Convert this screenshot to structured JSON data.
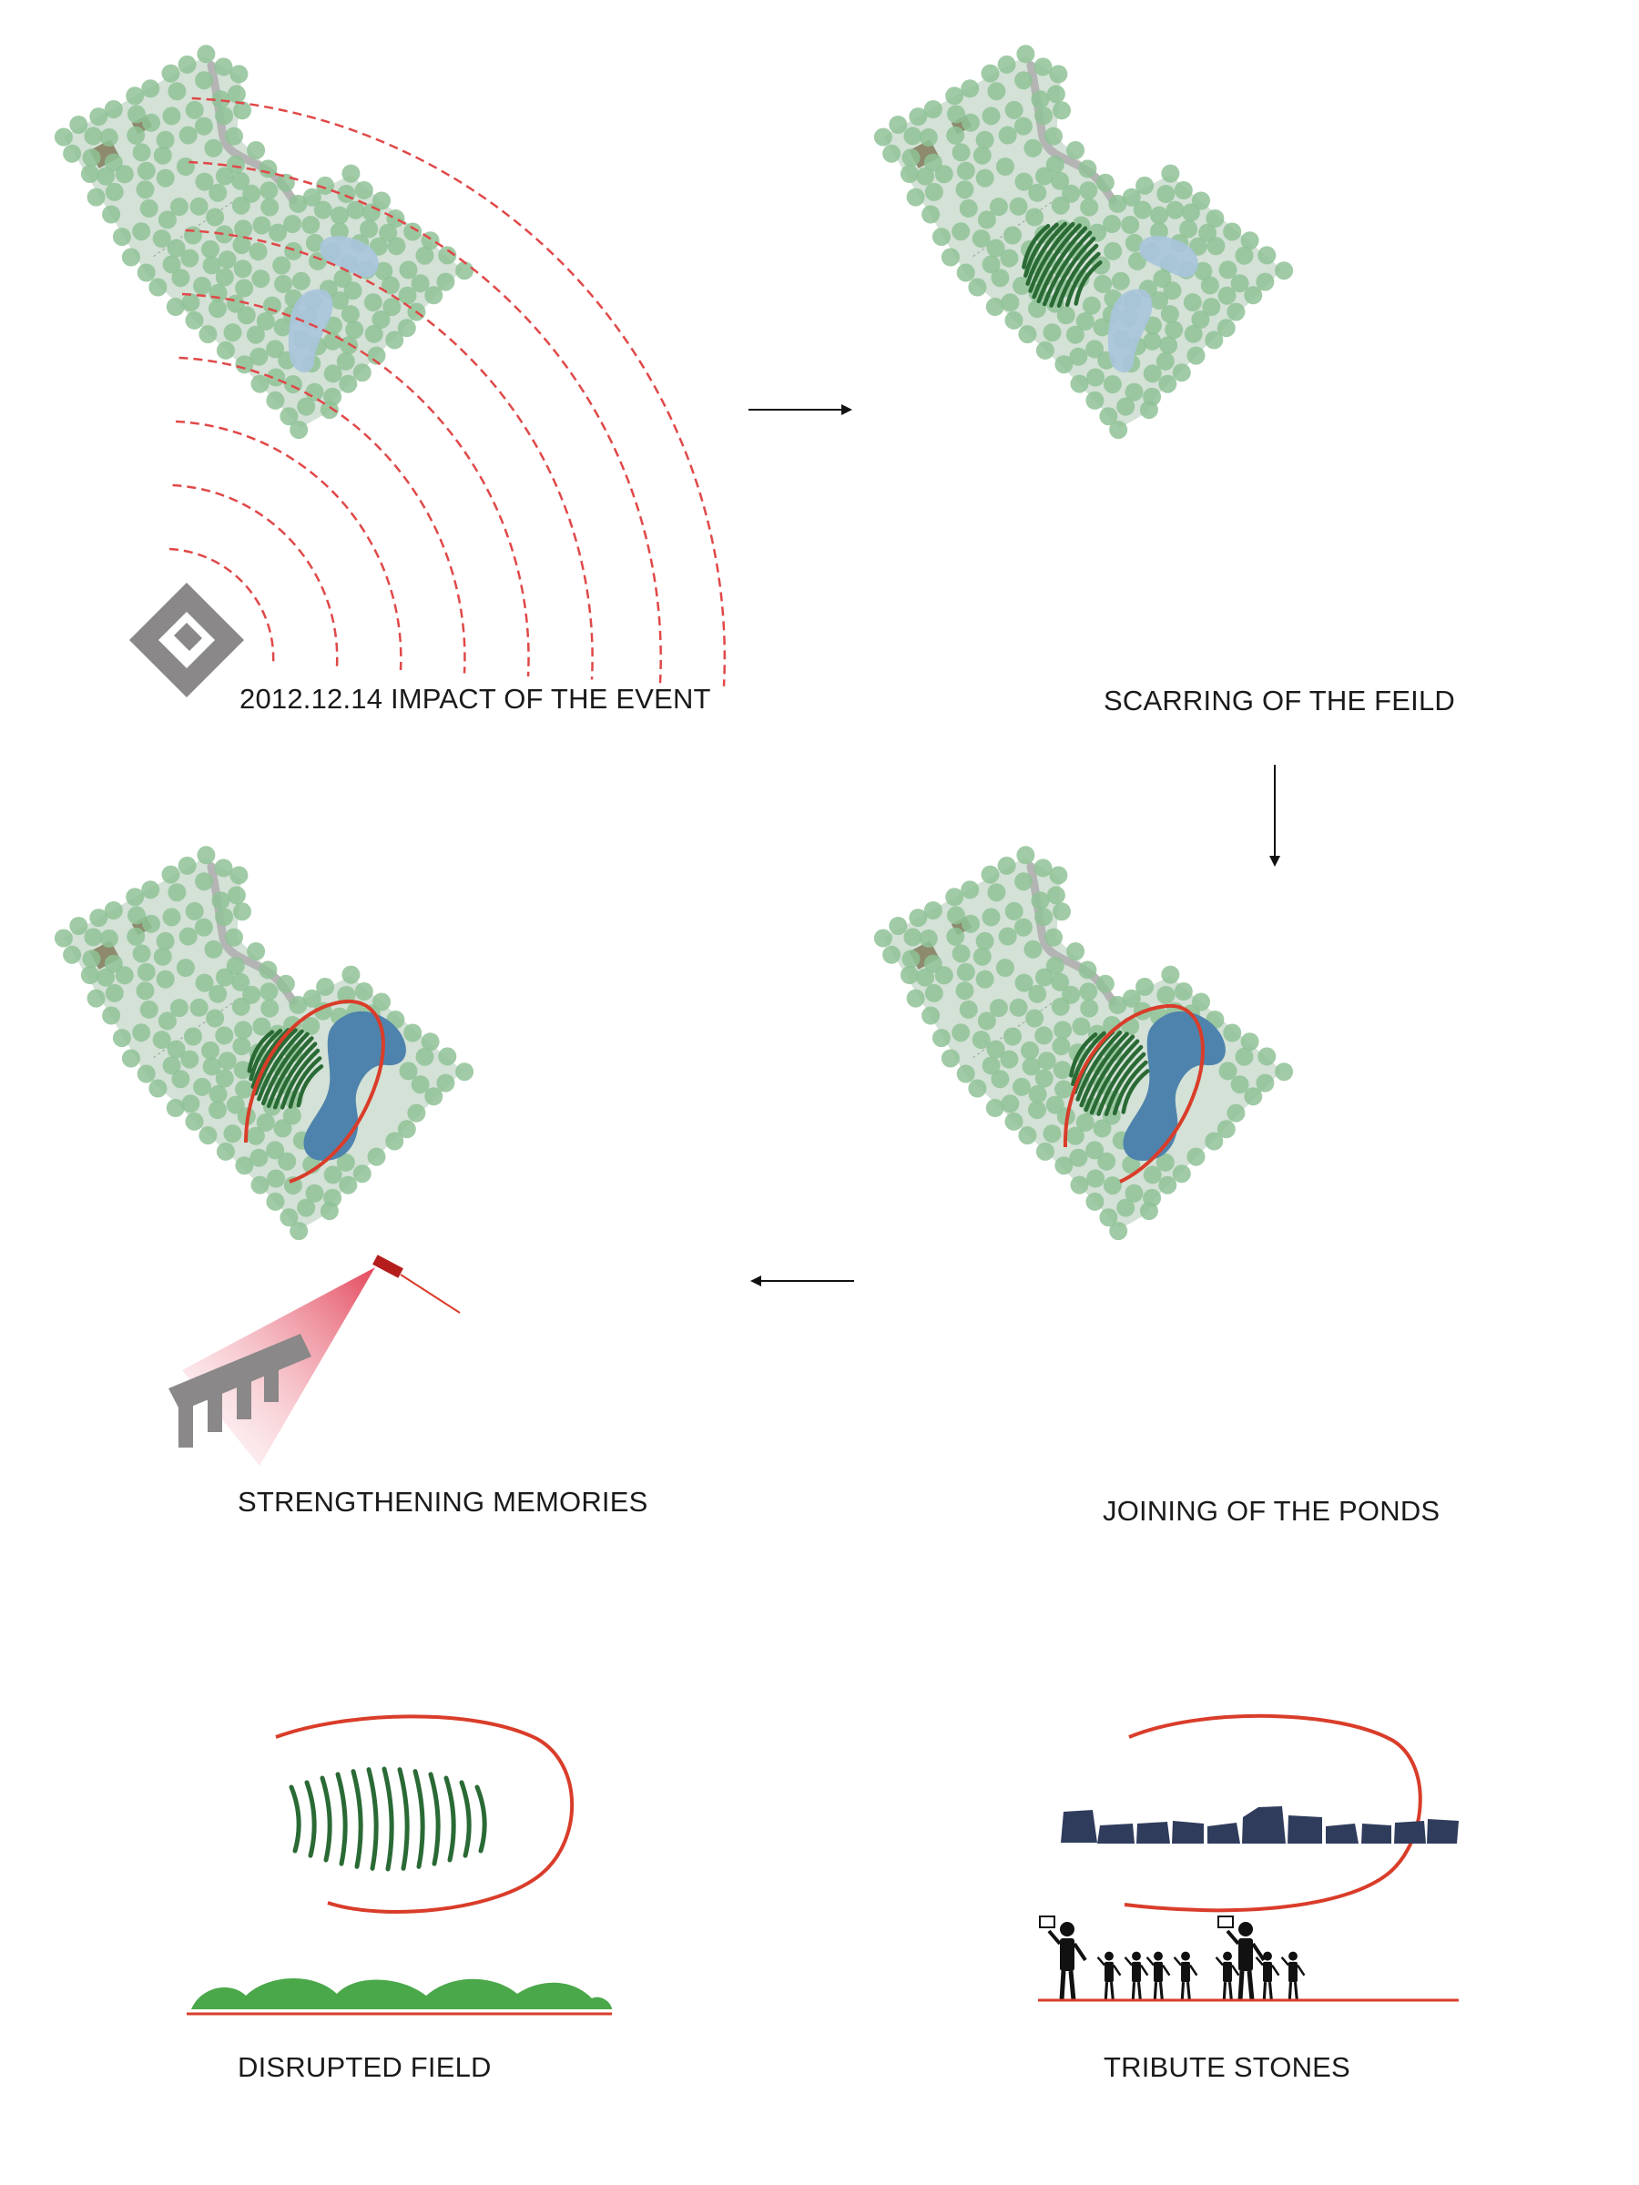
{
  "panels": {
    "impact": {
      "caption": "2012.12.14 IMPACT OF THE EVENT"
    },
    "scarring": {
      "caption": "SCARRING OF THE FEILD"
    },
    "joining": {
      "caption": "JOINING OF THE PONDS"
    },
    "strengthening": {
      "caption": "STRENGTHENING MEMORIES"
    },
    "disrupted": {
      "caption": "DISRUPTED FIELD"
    },
    "tribute": {
      "caption": "TRIBUTE STONES"
    }
  },
  "flow_arrows": [
    "right",
    "down",
    "left"
  ],
  "icons": [
    "school-building-icon",
    "school-plan-icon",
    "teacher-figure-icon",
    "child-figure-icon"
  ],
  "colors": {
    "site": "#d3e1d6",
    "tree": "#8fc296",
    "path": "#b4b4b4",
    "house": "#8d8a6e",
    "pond_light": "#a8c4dc",
    "pond_dark": "#4e83ad",
    "scar": "#2a6a35",
    "memory_arc": "#d93d2a",
    "impact_wave": "#e04848",
    "stones": "#2f3c5c",
    "field": "#4aa84a",
    "building": "#8a8888"
  }
}
